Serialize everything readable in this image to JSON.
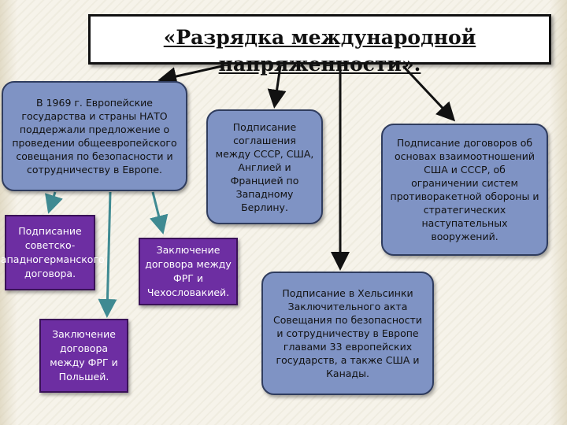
{
  "title": "«Разрядка международной напряженности».",
  "boxes": {
    "csce_proposal": "В 1969 г. Европейские государства и страны НАТО поддержали предложение о проведении общеевропейского совещания по безопасности и сотрудничеству в Европе.",
    "west_berlin": "Подписание соглашения между СССР, США, Англией и Францией по Западному Берлину.",
    "us_ussr_treaties": "Подписание договоров об основах взаимоотношений США и СССР, об ограничении систем противоракетной обороны и стратегических наступательных вооружений.",
    "soviet_west_german": "Подписание советско-западногерманского договора.",
    "frg_czech": "Заключение договора между ФРГ и Чехословакией.",
    "frg_poland": "Заключение договора между ФРГ и Польшей.",
    "helsinki": "Подписание в Хельсинки Заключительного акта Совещания по безопасности и сотрудничеству в Европе главами 33 европейских государств, а также США и Канады."
  },
  "colors": {
    "blue_box": "#7f93c4",
    "purple_box": "#6d2ea2",
    "arrow_dark": "#111111",
    "arrow_teal": "#3f8a92"
  }
}
